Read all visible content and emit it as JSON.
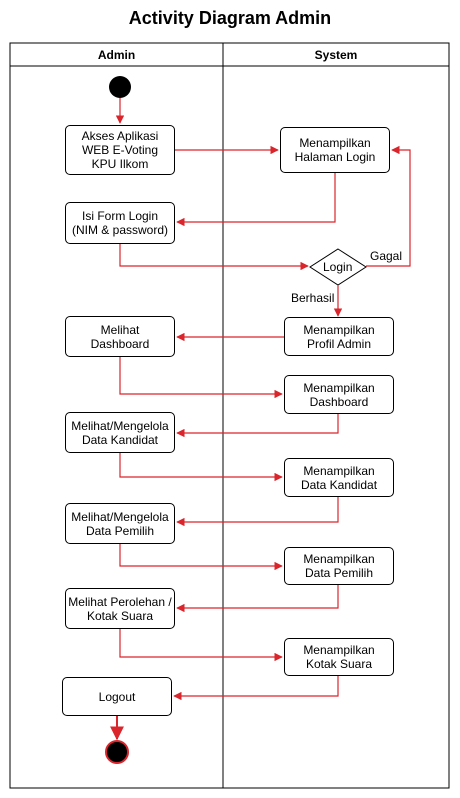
{
  "title": "Activity Diagram Admin",
  "lanes": {
    "left": "Admin",
    "right": "System"
  },
  "admin_actions": {
    "akses": "Akses Aplikasi\nWEB E-Voting\nKPU Ilkom",
    "isi_form": "Isi Form Login\n(NIM & password)",
    "dashboard": "Melihat\nDashboard",
    "kandidat": "Melihat/Mengelola\nData Kandidat",
    "pemilih": "Melihat/Mengelola\nData Pemilih",
    "perolehan": "Melihat Perolehan /\nKotak Suara",
    "logout": "Logout"
  },
  "system_actions": {
    "halaman_login": "Menampilkan\nHalaman Login",
    "profil": "Menampilkan\nProfil Admin",
    "dashboard": "Menampilkan\nDashboard",
    "kandidat": "Menampilkan\nData Kandidat",
    "pemilih": "Menampilkan\nData Pemilih",
    "kotak": "Menampilkan\nKotak Suara"
  },
  "decision": {
    "label": "Login",
    "fail": "Gagal",
    "success": "Berhasil"
  },
  "colors": {
    "flow": "#d9252b",
    "border": "#000000"
  }
}
